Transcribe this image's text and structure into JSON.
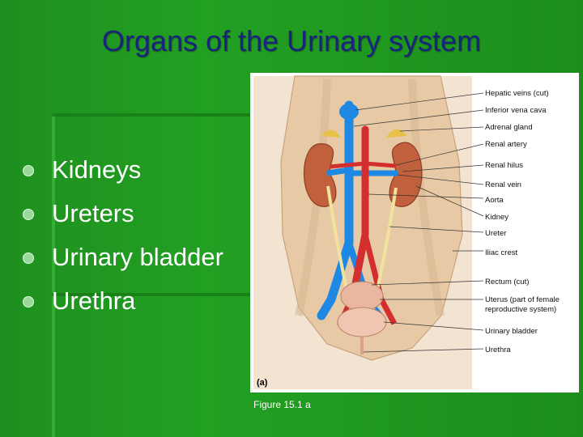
{
  "slide": {
    "title": "Organs of the Urinary system",
    "bullets": [
      "Kidneys",
      "Ureters",
      "Urinary bladder",
      "Urethra"
    ],
    "caption": "Figure 15.1 a"
  },
  "figure": {
    "panel_letter": "(a)",
    "labels": [
      "Hepatic veins (cut)",
      "Inferior vena cava",
      "Adrenal gland",
      "Renal artery",
      "Renal hilus",
      "Renal vein",
      "Aorta",
      "Kidney",
      "Ureter",
      "Iliac crest",
      "Rectum (cut)",
      "Uterus (part of female",
      "reproductive system)",
      "Urinary bladder",
      "Urethra"
    ]
  },
  "colors": {
    "background": "#22a022",
    "title": "#1a237e",
    "bullet_text": "#ffffff",
    "artery": "#d32f2f",
    "vein": "#1e88e5",
    "kidney": "#c0603c",
    "tissue": "#e8c9a6"
  }
}
